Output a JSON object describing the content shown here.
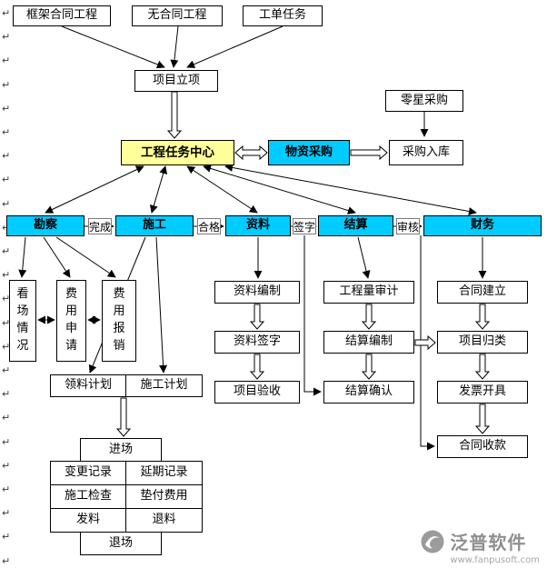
{
  "diagram": {
    "nodes": {
      "frame_contract": "框架合同工程",
      "no_contract": "无合同工程",
      "work_order": "工单任务",
      "project_approval": "项目立项",
      "sporadic_purchase": "零星采购",
      "task_center": "工程任务中心",
      "material_purchase": "物资采购",
      "purchase_in": "采购入库",
      "survey": "勘察",
      "construction": "施工",
      "documents": "资料",
      "settlement": "结算",
      "finance": "财务",
      "edge_complete": "完成",
      "edge_qualified": "合格",
      "edge_sign": "签字",
      "edge_audit": "审核",
      "site_view": "看场情况",
      "expense_apply": "费用申请",
      "expense_reimburse": "费用报销",
      "material_plan": "领料计划",
      "construction_plan": "施工计划",
      "enter_site": "进场",
      "change_record": "变更记录",
      "delay_record": "延期记录",
      "construction_check": "施工检查",
      "advance_expense": "垫付费用",
      "material_issue": "发料",
      "material_return": "退料",
      "exit_site": "退场",
      "doc_compile": "资料编制",
      "doc_sign": "资料签字",
      "project_accept": "项目验收",
      "quantity_audit": "工程量审计",
      "settle_compile": "结算编制",
      "settle_confirm": "结算确认",
      "contract_create": "合同建立",
      "project_classify": "项目归类",
      "invoice_issue": "发票开具",
      "contract_receive": "合同收款"
    },
    "colors": {
      "stage_fill": "#00CCFF",
      "center_fill": "#FFFF99",
      "line": "#000000"
    }
  },
  "margin": {
    "mark": "↵",
    "count": 24
  },
  "watermark": {
    "brand": "泛普软件",
    "site": "www.fanpusoft.com"
  }
}
